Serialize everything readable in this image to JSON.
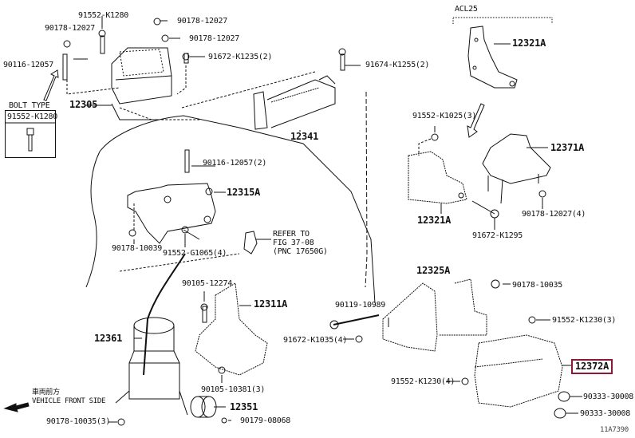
{
  "diagram": {
    "code": "11A7390",
    "variant_label": "ACL25",
    "bolt_type": {
      "title": "BOLT TYPE",
      "part": "91552-K1280"
    },
    "front_note": {
      "jp": "車両前方",
      "en": "VEHICLE FRONT SIDE"
    },
    "refer_note": [
      "REFER TO",
      "FIG 37-08",
      "(PNC 17650G)"
    ],
    "highlight_color": "#8b1a3a",
    "parts": [
      {
        "id": "p12305",
        "label": "12305"
      },
      {
        "id": "p12341",
        "label": "12341"
      },
      {
        "id": "p12315A",
        "label": "12315A"
      },
      {
        "id": "p12321A_top",
        "label": "12321A"
      },
      {
        "id": "p12321A_bot",
        "label": "12321A"
      },
      {
        "id": "p12371A",
        "label": "12371A"
      },
      {
        "id": "p12311A",
        "label": "12311A"
      },
      {
        "id": "p12361",
        "label": "12361"
      },
      {
        "id": "p12351",
        "label": "12351"
      },
      {
        "id": "p12325A",
        "label": "12325A"
      },
      {
        "id": "p12372A",
        "label": "12372A",
        "highlighted": true
      }
    ],
    "fasteners": [
      {
        "id": "f1",
        "label": "91552-K1280"
      },
      {
        "id": "f2",
        "label": "90178-12027"
      },
      {
        "id": "f3",
        "label": "90178-12027"
      },
      {
        "id": "f4",
        "label": "90178-12027"
      },
      {
        "id": "f5",
        "label": "90116-12057"
      },
      {
        "id": "f6",
        "label": "91672-K1235(2)"
      },
      {
        "id": "f7",
        "label": "91674-K1255(2)"
      },
      {
        "id": "f8",
        "label": "91552-K1025(3)"
      },
      {
        "id": "f9",
        "label": "90116-12057(2)"
      },
      {
        "id": "f10",
        "label": "90178-10039"
      },
      {
        "id": "f11",
        "label": "91552-G1065(4)"
      },
      {
        "id": "f12",
        "label": "91672-K1295"
      },
      {
        "id": "f13",
        "label": "90178-12027(4)"
      },
      {
        "id": "f14",
        "label": "90105-12274"
      },
      {
        "id": "f15",
        "label": "90105-10381(3)"
      },
      {
        "id": "f16",
        "label": "90119-10989"
      },
      {
        "id": "f17",
        "label": "90178-10035"
      },
      {
        "id": "f18",
        "label": "91552-K1230(3)"
      },
      {
        "id": "f19",
        "label": "91672-K1035(4)"
      },
      {
        "id": "f20",
        "label": "91552-K1230(4)"
      },
      {
        "id": "f21",
        "label": "90178-10035(3)"
      },
      {
        "id": "f22",
        "label": "90179-08068"
      },
      {
        "id": "f23",
        "label": "90333-30008"
      },
      {
        "id": "f24",
        "label": "90333-30008"
      }
    ]
  }
}
